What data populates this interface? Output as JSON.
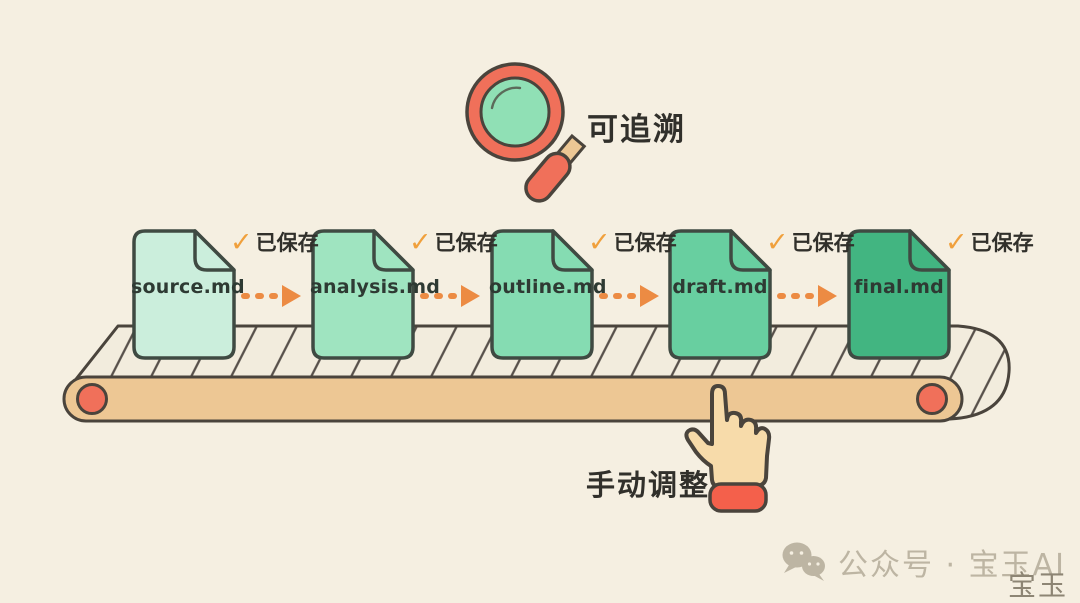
{
  "labels": {
    "traceable": "可追溯",
    "manual_adjust": "手动调整"
  },
  "saved_badge": {
    "check": "✓",
    "text": "已保存"
  },
  "documents": [
    {
      "name": "source.md",
      "fill": "#CBEEDC"
    },
    {
      "name": "analysis.md",
      "fill": "#9FE4C0"
    },
    {
      "name": "outline.md",
      "fill": "#85DCB2"
    },
    {
      "name": "draft.md",
      "fill": "#68CFA0"
    },
    {
      "name": "final.md",
      "fill": "#42B581"
    }
  ],
  "watermark": {
    "channel": "公众号 · 宝玉AI",
    "signature": "宝玉"
  },
  "colors": {
    "bg": "#F5EFE1",
    "ink": "#4A443C",
    "text_dark": "#31302B",
    "doc_text": "#2E3A33",
    "doc_outline": "#3F4A42",
    "accent_orange": "#EC8B43",
    "check_orange": "#F0A03C",
    "coral": "#F0705A",
    "cuff_coral": "#F4604B",
    "belt_tan": "#EDC794",
    "hatch_bg": "#F2ECDD",
    "hatch_line": "#57504A",
    "lens_green": "#90E0B5",
    "skin": "#F7DBAA",
    "watermark_gray": "#BDB5A3",
    "signature_gray": "#8D8574"
  }
}
